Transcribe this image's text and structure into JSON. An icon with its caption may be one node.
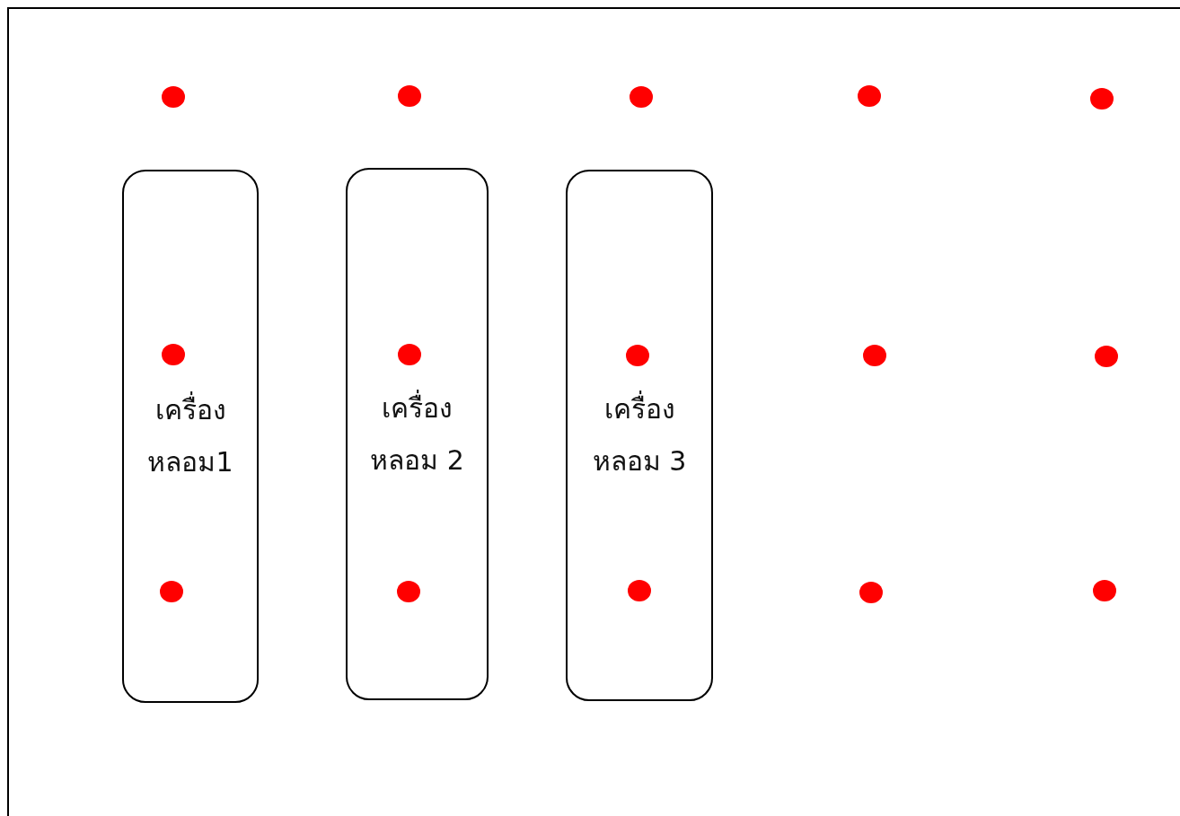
{
  "diagram": {
    "nodes": [
      {
        "text": [
          "เครื่องหลอม1"
        ]
      },
      {
        "text": [
          "เครื่องหลอม 2"
        ]
      },
      {
        "text": [
          "เครื่องหลอม 3"
        ]
      }
    ]
  }
}
